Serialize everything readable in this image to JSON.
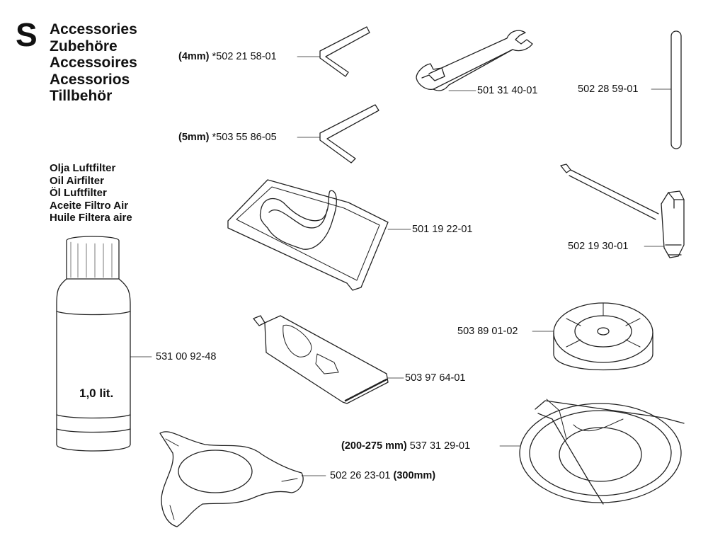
{
  "section_letter": "S",
  "titles": [
    "Accessories",
    "Zubehöre",
    "Accessoires",
    "Acessorios",
    "Tillbehör"
  ],
  "oil_titles": [
    "Olja Luftfilter",
    "Oil Airfilter",
    "Öl Luftfilter",
    "Aceite Filtro Air",
    "Huile Filtera aire"
  ],
  "bottle_label": "1,0 lit.",
  "parts": {
    "hex_key_4mm": {
      "size": "(4mm)",
      "number": "*502 21 58-01"
    },
    "hex_key_5mm": {
      "size": "(5mm)",
      "number": "*503 55 86-05"
    },
    "wrench": {
      "number": "501 31 40-01"
    },
    "rod": {
      "number": "502 28 59-01"
    },
    "carrying_bag": {
      "number": "501 19 22-01"
    },
    "plug_wrench": {
      "number": "502 19 30-01"
    },
    "oil_bottle": {
      "number": "531 00 92-48"
    },
    "guard_disc": {
      "number": "503 89 01-02"
    },
    "grease_tube": {
      "number": "503 97 64-01"
    },
    "cutting_guard": {
      "size": "(200-275 mm)",
      "number": "537 31 29-01"
    },
    "support_cup": {
      "number": "502 26 23-01",
      "size": "(300mm)"
    }
  }
}
